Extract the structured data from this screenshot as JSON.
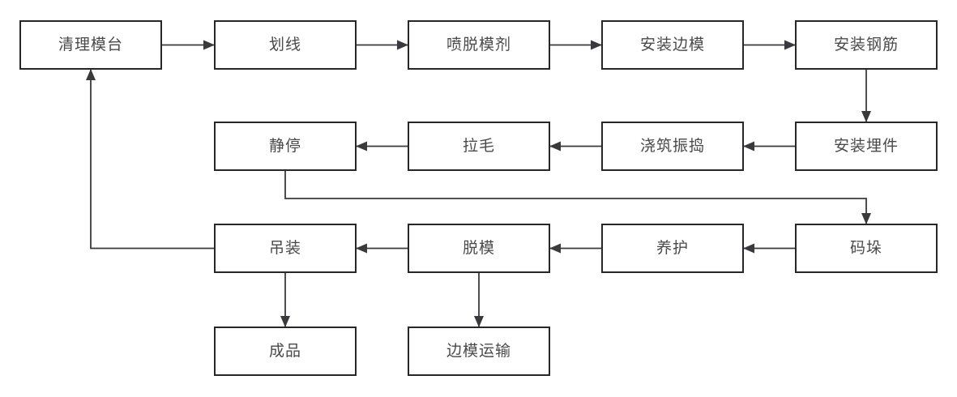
{
  "diagram": {
    "background_color": "#ffffff",
    "node_border_color": "#27272b",
    "node_fill_color": "#ffffff",
    "node_text_color": "#4a4a4a",
    "connector_color": "#3a3a3e",
    "nodes": [
      {
        "id": "qingli-motai",
        "label": "清理模台",
        "col": 0,
        "row": 0
      },
      {
        "id": "huaxian",
        "label": "划线",
        "col": 1,
        "row": 0
      },
      {
        "id": "pen-tuomoji",
        "label": "喷脱模剂",
        "col": 2,
        "row": 0
      },
      {
        "id": "anzhuang-bianmo",
        "label": "安装边模",
        "col": 3,
        "row": 0
      },
      {
        "id": "anzhuang-gangjin",
        "label": "安装钢筋",
        "col": 4,
        "row": 0
      },
      {
        "id": "jingting",
        "label": "静停",
        "col": 1,
        "row": 1
      },
      {
        "id": "lamao",
        "label": "拉毛",
        "col": 2,
        "row": 1
      },
      {
        "id": "jiaozhu-zhendao",
        "label": "浇筑振捣",
        "col": 3,
        "row": 1
      },
      {
        "id": "anzhuang-maijian",
        "label": "安装埋件",
        "col": 4,
        "row": 1
      },
      {
        "id": "diaozhuang",
        "label": "吊装",
        "col": 1,
        "row": 2
      },
      {
        "id": "tuomo",
        "label": "脱模",
        "col": 2,
        "row": 2
      },
      {
        "id": "yanghu",
        "label": "养护",
        "col": 3,
        "row": 2
      },
      {
        "id": "maduo",
        "label": "码垛",
        "col": 4,
        "row": 2
      },
      {
        "id": "chengpin",
        "label": "成品",
        "col": 1,
        "row": 3
      },
      {
        "id": "bianmo-yunshu",
        "label": "边模运输",
        "col": 2,
        "row": 3
      }
    ],
    "edges": [
      {
        "from": "qingli-motai",
        "to": "huaxian",
        "route": "right"
      },
      {
        "from": "huaxian",
        "to": "pen-tuomoji",
        "route": "right"
      },
      {
        "from": "pen-tuomoji",
        "to": "anzhuang-bianmo",
        "route": "right"
      },
      {
        "from": "anzhuang-bianmo",
        "to": "anzhuang-gangjin",
        "route": "right"
      },
      {
        "from": "anzhuang-gangjin",
        "to": "anzhuang-maijian",
        "route": "down"
      },
      {
        "from": "anzhuang-maijian",
        "to": "jiaozhu-zhendao",
        "route": "left"
      },
      {
        "from": "jiaozhu-zhendao",
        "to": "lamao",
        "route": "left"
      },
      {
        "from": "lamao",
        "to": "jingting",
        "route": "left"
      },
      {
        "from": "jingting",
        "to": "maduo",
        "route": "down-right-down"
      },
      {
        "from": "maduo",
        "to": "yanghu",
        "route": "left"
      },
      {
        "from": "yanghu",
        "to": "tuomo",
        "route": "left"
      },
      {
        "from": "tuomo",
        "to": "diaozhuang",
        "route": "left"
      },
      {
        "from": "diaozhuang",
        "to": "qingli-motai",
        "route": "left-up"
      },
      {
        "from": "diaozhuang",
        "to": "chengpin",
        "route": "down"
      },
      {
        "from": "tuomo",
        "to": "bianmo-yunshu",
        "route": "down"
      }
    ]
  }
}
